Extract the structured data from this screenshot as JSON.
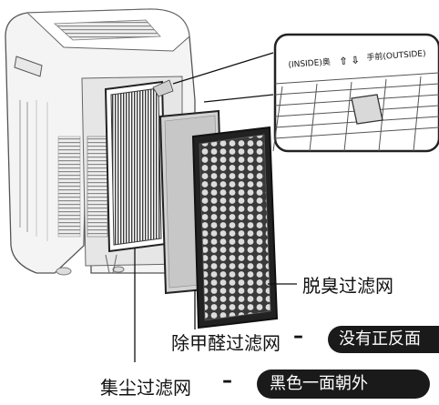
{
  "zoom_callout": {
    "inside_text": "(INSIDE)奥",
    "arrows_text": "⇧ ⇩",
    "outside_text": "手前(OUTSIDE)"
  },
  "labels": {
    "deodorizing_filter": "脱臭过滤网",
    "formaldehyde_filter": "除甲醛过滤网",
    "formaldehyde_badge": "没有正反面",
    "dust_filter": "集尘过滤网",
    "dust_badge": "黑色一面朝外",
    "dash": "–"
  }
}
